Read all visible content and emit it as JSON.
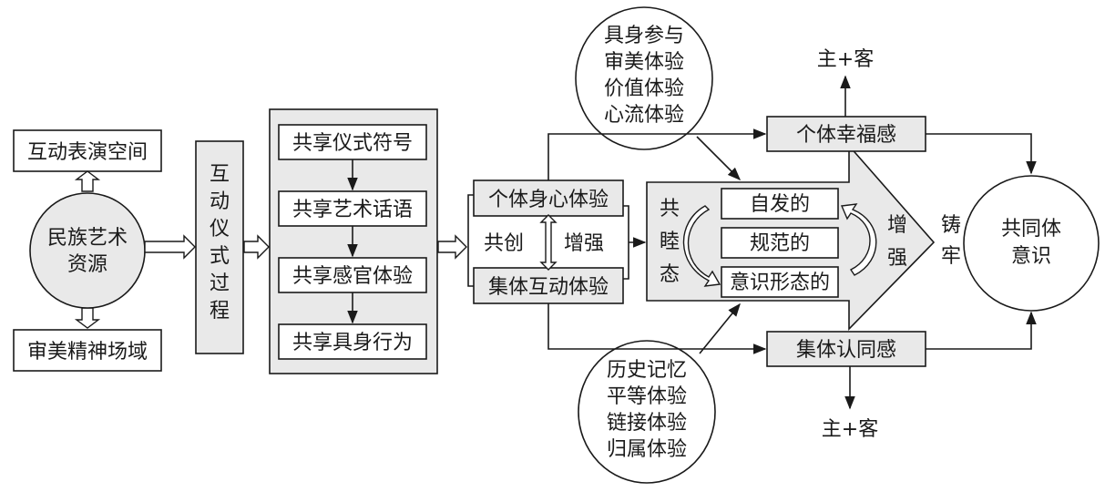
{
  "resource": {
    "top": "互动表演空间",
    "center": [
      "民族艺术",
      "资源"
    ],
    "bottom": "审美精神场域"
  },
  "process_label": [
    "互",
    "动",
    "仪",
    "式",
    "过",
    "程"
  ],
  "shared_steps": [
    "共享仪式符号",
    "共享艺术话语",
    "共享感官体验",
    "共享具身行为"
  ],
  "experience": {
    "individual": "个体身心体验",
    "collective": "集体互动体验",
    "co_create": "共创",
    "enhance": "增强"
  },
  "upper_oval": [
    "具身参与",
    "审美体验",
    "价值体验",
    "心流体验"
  ],
  "lower_oval": [
    "历史记忆",
    "平等体验",
    "链接体验",
    "归属体验"
  ],
  "arrow": {
    "left_label": [
      "共",
      "睦",
      "态"
    ],
    "items": [
      "自发的",
      "规范的",
      "意识形态的"
    ],
    "right_label": [
      "增",
      "强"
    ]
  },
  "outcomes": {
    "individual": "个体幸福感",
    "collective": "集体认同感",
    "top_note": "主+客",
    "bottom_note": "主+客"
  },
  "forge": [
    "铸",
    "牢"
  ],
  "community": [
    "共同体",
    "意识"
  ]
}
